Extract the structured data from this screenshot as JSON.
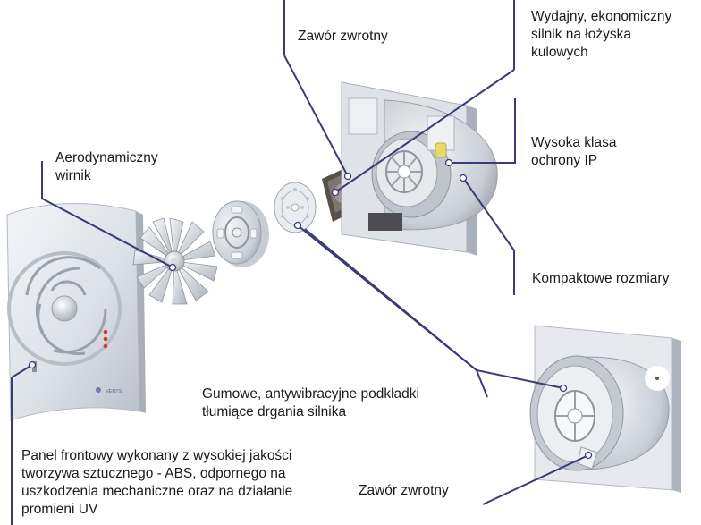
{
  "labels": {
    "zawor_top": "Zawór zwrotny",
    "silnik": "Wydajny, ekonomiczny\nsilnik na łożyska\nkulowych",
    "ochrona": "Wysoka  klasa\nochrony IP",
    "wirnik": "Aerodynamiczny\nwirnik",
    "kompakt": "Kompaktowe rozmiary",
    "gumowe": "Gumowe,  antywibracyjne  podkładki\ntłumiące drgania silnika",
    "zawor_bottom": "Zawór zwrotny",
    "panel": "Panel frontowy wykonany z wysokiej jakości\n   tworzywa sztucznego - ABS, odpornego na\nuszkodzenia mechaniczne oraz na działanie\npromieni UV"
  },
  "brand_mark": "VENTS",
  "colors": {
    "leader_line": "#3c3a78",
    "panel": "#dfe3ea",
    "indicator_led": "#d23a2a"
  }
}
